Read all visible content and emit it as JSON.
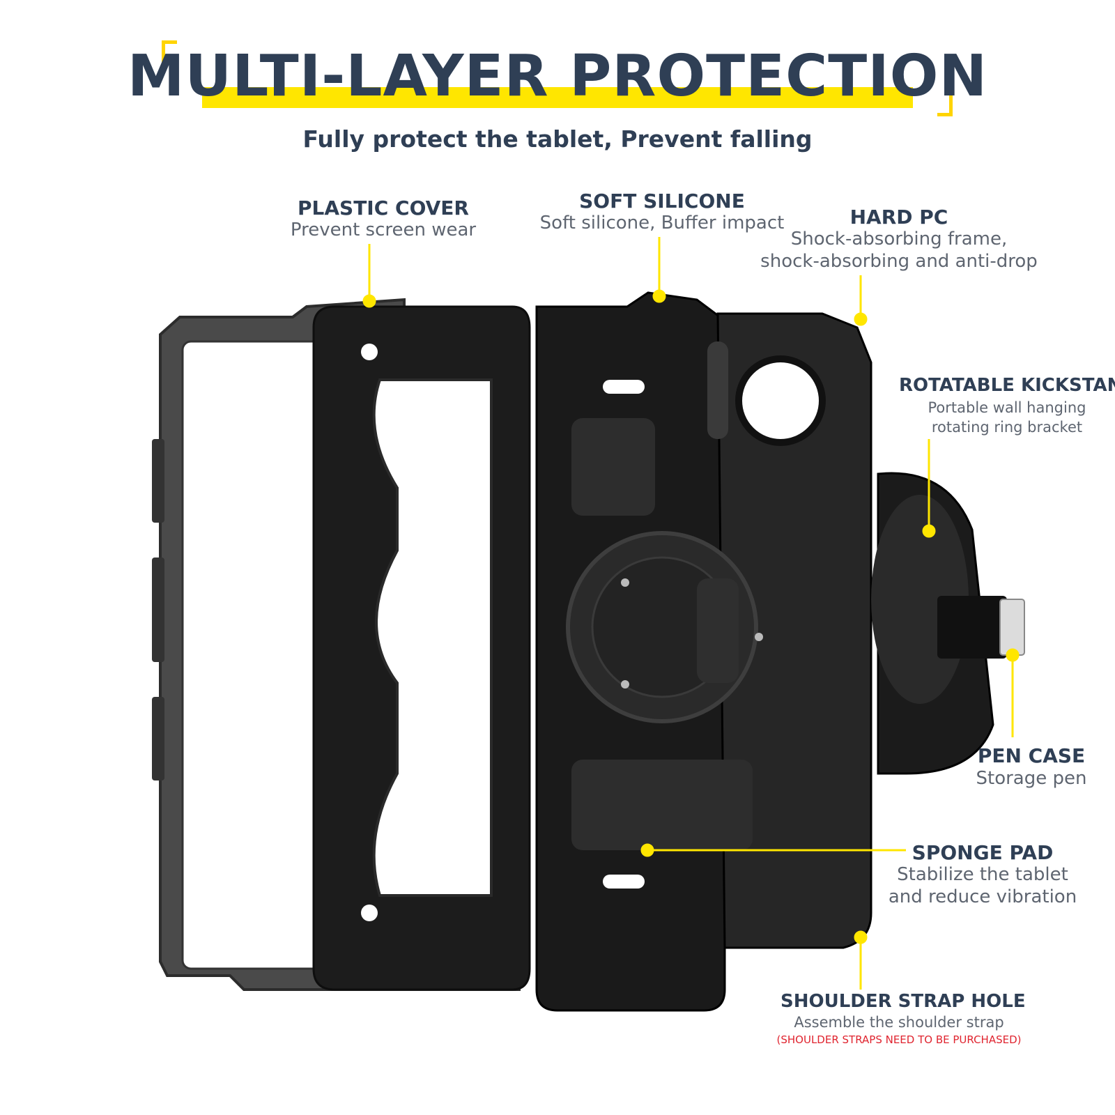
{
  "title": "MULTI-LAYER PROTECTION",
  "subtitle": "Fully protect the tablet, Prevent falling",
  "callouts": {
    "plastic_cover": {
      "title": "PLASTIC COVER",
      "desc": "Prevent screen wear"
    },
    "soft_silicone": {
      "title": "SOFT SILICONE",
      "desc": "Soft silicone, Buffer impact"
    },
    "hard_pc": {
      "title": "HARD PC",
      "desc1": "Shock-absorbing frame,",
      "desc2": "shock-absorbing and anti-drop"
    },
    "rotatable_kickstand": {
      "title": "ROTATABLE KICKSTAND",
      "desc1": "Portable wall hanging",
      "desc2": "rotating ring bracket"
    },
    "pen_case": {
      "title": "PEN CASE",
      "desc": "Storage pen"
    },
    "sponge_pad": {
      "title": "SPONGE PAD",
      "desc1": "Stabilize the tablet",
      "desc2": "and reduce vibration"
    },
    "shoulder_strap_hole": {
      "title": "SHOULDER STRAP HOLE",
      "desc": "Assemble the shoulder strap",
      "note": "(SHOULDER STRAPS NEED TO BE PURCHASED)"
    }
  },
  "colors": {
    "accent": "#ffe600",
    "text": "#2f3f55",
    "note": "#e0242f",
    "case": "#1a1a1a"
  }
}
